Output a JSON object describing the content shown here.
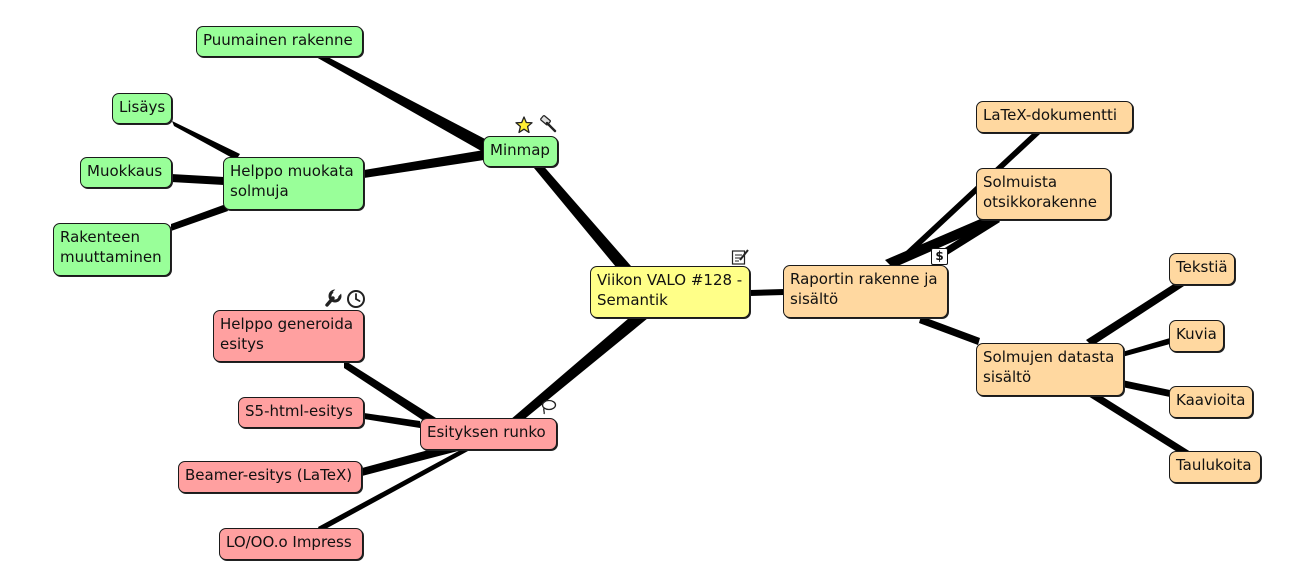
{
  "nodes": {
    "center": "Viikon VALO #128 -\nSemantik",
    "minmap": "Minmap",
    "puumainen": "Puumainen rakenne",
    "helppo_muokata": "Helppo muokata\nsolmuja",
    "lisays": "Lisäys",
    "muokkaus": "Muokkaus",
    "rakenteen": "Rakenteen\nmuuttaminen",
    "esityksen_runko": "Esityksen runko",
    "helppo_generoida": "Helppo generoida\nesitys",
    "s5": "S5-html-esitys",
    "beamer": "Beamer-esitys (LaTeX)",
    "loo": "LO/OO.o Impress",
    "raportin": "Raportin rakenne ja\nsisältö",
    "latex_dok": "LaTeX-dokumentti",
    "solmuista": "Solmuista\notsikkorakenne",
    "solmujen_datasta": "Solmujen datasta\nsisältö",
    "tekstia": "Tekstiä",
    "kuvia": "Kuvia",
    "kaavioita": "Kaavioita",
    "taulukoita": "Taulukoita"
  },
  "icons": {
    "dollar_glyph": "$"
  },
  "colors": {
    "green": "#99ff99",
    "red": "#ffa0a0",
    "orange": "#ffd8a0",
    "yellow": "#ffff88",
    "link": "#000000"
  }
}
